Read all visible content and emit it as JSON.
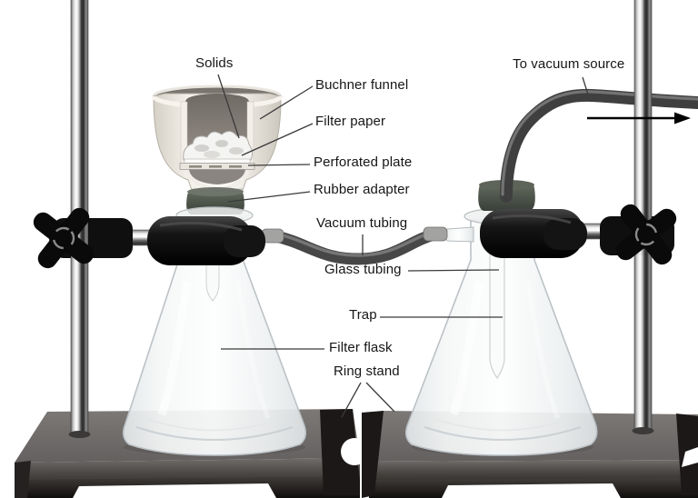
{
  "diagram": {
    "description": "Vacuum filtration apparatus with Buchner funnel, filter flask, trap and ring stands",
    "labels": {
      "solids": "Solids",
      "buchner_funnel": "Buchner funnel",
      "filter_paper": "Filter paper",
      "perforated_plate": "Perforated plate",
      "rubber_adapter": "Rubber adapter",
      "vacuum_tubing": "Vacuum tubing",
      "glass_tubing": "Glass tubing",
      "trap": "Trap",
      "filter_flask": "Filter flask",
      "ring_stand": "Ring stand",
      "to_vacuum_source": "To vacuum source"
    },
    "colors": {
      "label_text": "#161616",
      "leader_line": "#3a3a3a",
      "base_top": "#716d6a",
      "base_front": "#4a4644",
      "base_feet": "#171413",
      "rubber": "#4f554c",
      "clamp_black": "#101010",
      "tubing_dark": "#434343",
      "glass_stroke": "#bcc2c6",
      "funnel_interior": "#8d8882",
      "funnel_shell": "#efece5",
      "background": "#ffffff"
    }
  }
}
